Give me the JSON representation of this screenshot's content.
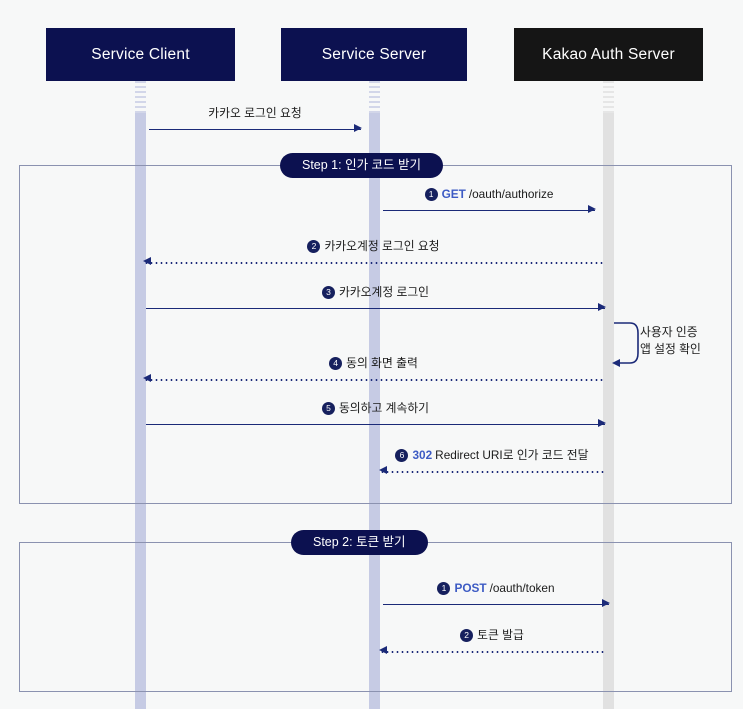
{
  "diagram": {
    "title": "Kakao Login sequence diagram",
    "colors": {
      "actor_navy": "#0c1150",
      "actor_black": "#151515",
      "lifeline_blue": "#c6cbe4",
      "lifeline_gray": "#e1e1e1",
      "arrow_navy": "#1b2a78",
      "verb_blue": "#3d5bc4",
      "frame_border": "#8b92b0",
      "background": "#f7f8f8"
    },
    "actors": [
      {
        "id": "client",
        "label": "Service Client",
        "style": "navy"
      },
      {
        "id": "server",
        "label": "Service Server",
        "style": "navy"
      },
      {
        "id": "kakao",
        "label": "Kakao Auth Server",
        "style": "black"
      }
    ],
    "intro_message": {
      "num": "",
      "label": "카카오 로그인 요청",
      "from": "client",
      "to": "server",
      "style": "solid",
      "direction": "right"
    },
    "frames": [
      {
        "id": "step1",
        "pill": "Step 1: 인가 코드 받기",
        "messages": [
          {
            "num": "1",
            "verb": "GET",
            "path": "/oauth/authorize",
            "label": "",
            "from": "server",
            "to": "kakao",
            "style": "solid",
            "direction": "right"
          },
          {
            "num": "2",
            "verb": "",
            "path": "",
            "label": "카카오계정 로그인 요청",
            "from": "kakao",
            "to": "client",
            "style": "dotted",
            "direction": "left"
          },
          {
            "num": "3",
            "verb": "",
            "path": "",
            "label": "카카오계정 로그인",
            "from": "client",
            "to": "kakao",
            "style": "solid",
            "direction": "right"
          },
          {
            "num": "4",
            "verb": "",
            "path": "",
            "label": "동의 화면 출력",
            "from": "kakao",
            "to": "client",
            "style": "dotted",
            "direction": "left"
          },
          {
            "num": "5",
            "verb": "",
            "path": "",
            "label": "동의하고 계속하기",
            "from": "client",
            "to": "kakao",
            "style": "solid",
            "direction": "right"
          },
          {
            "num": "6",
            "verb": "302",
            "path": "Redirect URI로 인가 코드 전달",
            "label": "",
            "from": "kakao",
            "to": "server",
            "style": "dotted",
            "direction": "left"
          }
        ],
        "self_loop": {
          "on": "kakao",
          "line1": "사용자 인증",
          "line2": "앱 설정 확인"
        }
      },
      {
        "id": "step2",
        "pill": "Step 2: 토큰 받기",
        "messages": [
          {
            "num": "1",
            "verb": "POST",
            "path": "/oauth/token",
            "label": "",
            "from": "server",
            "to": "kakao",
            "style": "solid",
            "direction": "right"
          },
          {
            "num": "2",
            "verb": "",
            "path": "",
            "label": "토큰 발급",
            "from": "kakao",
            "to": "server",
            "style": "dotted",
            "direction": "left"
          }
        ]
      }
    ]
  }
}
